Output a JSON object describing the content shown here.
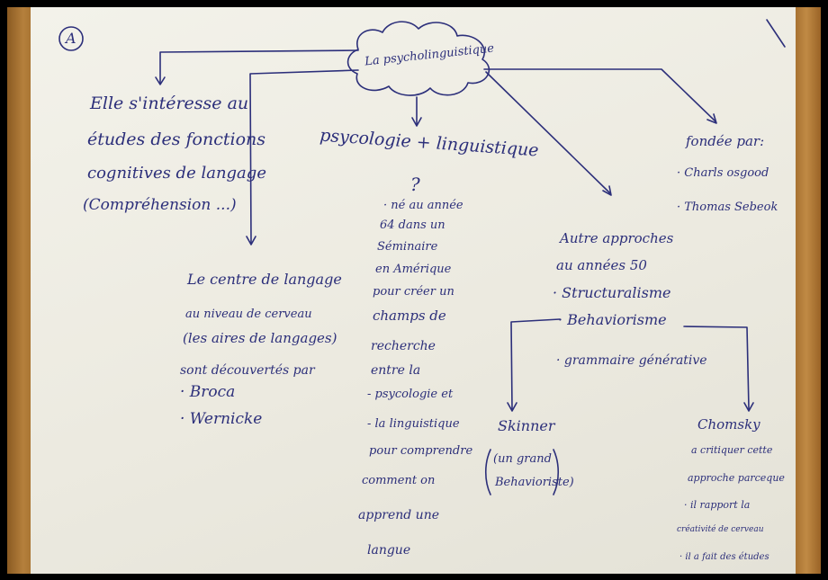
{
  "note": {
    "page_label": "A",
    "center_title": "La psycholinguistique",
    "definition": [
      "Elle s'intéresse au",
      "études des fonctions",
      "cognitives de langage",
      "(Compréhension ...)"
    ],
    "centre_langage": [
      "Le centre de langage",
      "au niveau de cerveau",
      "(les aires de langages)",
      "sont découvertés par",
      "· Broca",
      "· Wernicke"
    ],
    "formula": "psycologie + linguistique",
    "question_mark": "?",
    "origin": [
      "· né au année",
      "64 dans un",
      "Séminaire",
      "en Amérique",
      "pour créer un",
      "champs de",
      "recherche",
      "entre la",
      "- psycologie et",
      "- la linguistique",
      "pour comprendre",
      "comment on",
      "apprend une",
      "langue"
    ],
    "approaches": [
      "Autre approches",
      "au années 50",
      "· Structuralisme",
      "· Behaviorisme",
      "· grammaire générative"
    ],
    "skinner": [
      "Skinner",
      "(un grand",
      "Behavioriste)"
    ],
    "founders": [
      "fondée par:",
      "· Charls osgood",
      "· Thomas Sebeok"
    ],
    "chomsky": [
      "Chomsky",
      "a critiquer cette",
      "approche parceque",
      "· il rapport la",
      "créativité de cerveau",
      "· il a fait des études"
    ]
  }
}
